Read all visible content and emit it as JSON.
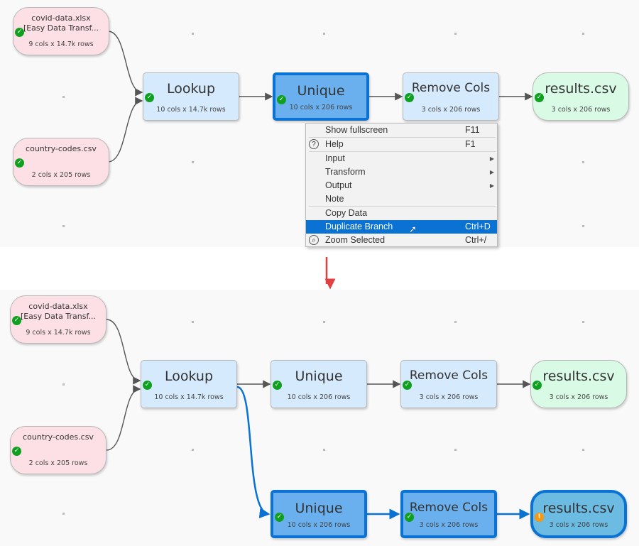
{
  "top": {
    "nodes": [
      {
        "id": "covid",
        "title": "covid-data.xlsx",
        "title2": "[Easy Data Transf...",
        "sub": "9 cols x 14.7k rows",
        "status": "ok"
      },
      {
        "id": "country",
        "title": "country-codes.csv",
        "sub": "2 cols x 205 rows",
        "status": "ok"
      },
      {
        "id": "lookup",
        "title": "Lookup",
        "sub": "10 cols x 14.7k rows",
        "status": "ok"
      },
      {
        "id": "unique",
        "title": "Unique",
        "sub": "10 cols x 206 rows",
        "status": "ok"
      },
      {
        "id": "remove",
        "title": "Remove Cols",
        "sub": "3 cols x 206 rows",
        "status": "ok"
      },
      {
        "id": "results",
        "title": "results.csv",
        "sub": "3 cols x 206 rows",
        "status": "ok"
      }
    ]
  },
  "menu": {
    "items": [
      {
        "label": "Show fullscreen",
        "shortcut": "F11"
      },
      {
        "label": "Help",
        "shortcut": "F1",
        "icon": "help-icon"
      },
      {
        "label": "Input",
        "submenu": true
      },
      {
        "label": "Transform",
        "submenu": true
      },
      {
        "label": "Output",
        "submenu": true
      },
      {
        "label": "Note"
      },
      {
        "label": "Copy Data"
      },
      {
        "label": "Duplicate Branch",
        "shortcut": "Ctrl+D",
        "highlighted": true
      },
      {
        "label": "Zoom Selected",
        "shortcut": "Ctrl+/",
        "icon": "zoom-icon"
      }
    ]
  },
  "bottom": {
    "nodes": [
      {
        "id": "covid",
        "title": "covid-data.xlsx",
        "title2": "[Easy Data Transf...",
        "sub": "9 cols x 14.7k rows",
        "status": "ok"
      },
      {
        "id": "country",
        "title": "country-codes.csv",
        "sub": "2 cols x 205 rows",
        "status": "ok"
      },
      {
        "id": "lookup",
        "title": "Lookup",
        "sub": "10 cols x 14.7k rows",
        "status": "ok"
      },
      {
        "id": "unique",
        "title": "Unique",
        "sub": "10 cols x 206 rows",
        "status": "ok"
      },
      {
        "id": "remove",
        "title": "Remove Cols",
        "sub": "3 cols x 206 rows",
        "status": "ok"
      },
      {
        "id": "results",
        "title": "results.csv",
        "sub": "3 cols x 206 rows",
        "status": "ok"
      },
      {
        "id": "unique2",
        "title": "Unique",
        "sub": "10 cols x 206 rows",
        "status": "ok"
      },
      {
        "id": "remove2",
        "title": "Remove Cols",
        "sub": "3 cols x 206 rows",
        "status": "ok"
      },
      {
        "id": "results2",
        "title": "results.csv",
        "sub": "3 cols x 206 rows",
        "status": "warning"
      }
    ]
  },
  "colors": {
    "selected": "#0a72d2",
    "input": "#fde0e6",
    "transform": "#d6eafd",
    "output": "#d9fbe6",
    "arrow": "#e04040"
  }
}
